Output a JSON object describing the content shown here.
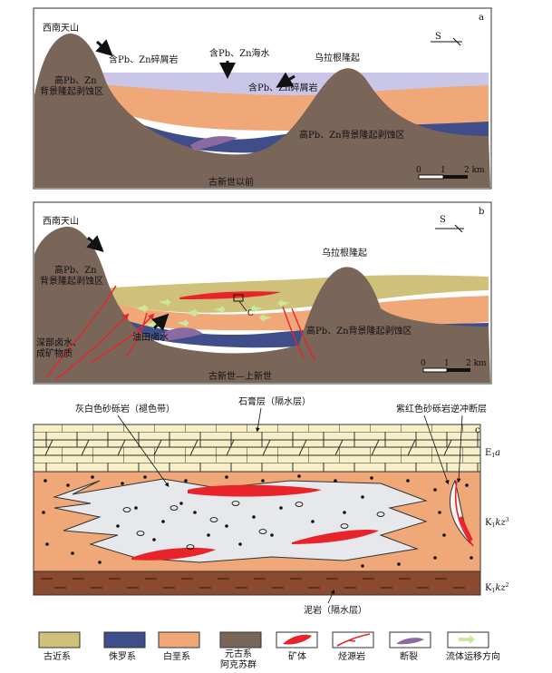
{
  "panel_a": {
    "tag": "a",
    "west_mountain": "西南天山",
    "clastics_left": "含Pb、Zn碎屑岩",
    "seawater": "含Pb、Zn海水",
    "east_uplift": "乌拉根隆起",
    "clastics_right": "含Pb、Zn碎屑岩",
    "erosion_left_1": "高Pb、Zn",
    "erosion_left_2": "背景隆起剥蚀区",
    "erosion_right": "高Pb、Zn背景隆起剥蚀区",
    "era": "古新世以前",
    "north_arrow": "S",
    "scale_labels": [
      "0",
      "1",
      "2 km"
    ]
  },
  "panel_b": {
    "tag": "b",
    "west_mountain": "西南天山",
    "east_uplift": "乌拉根隆起",
    "erosion_left_1": "高Pb、Zn",
    "erosion_left_2": "背景隆起剥蚀区",
    "erosion_right": "高Pb、Zn背景隆起剥蚀区",
    "brine_1": "深部卤水、",
    "brine_2": "成矿物质",
    "oilfield_water": "油田卤水",
    "callout": "C",
    "era": "古新世—上新世",
    "north_arrow": "S",
    "scale_labels": [
      "0",
      "1",
      "2 km"
    ]
  },
  "panel_c": {
    "tag": "c",
    "gypsum": "石膏层（隔水层）",
    "gray_sandstone": "灰白色砂砾岩（褪色带）",
    "red_fault": "紫红色砂砾岩逆冲断层",
    "unit_e": "E",
    "unit_e_sub": "1",
    "unit_e_italic": "a",
    "unit_k3": "K",
    "unit_k3_sub": "1",
    "unit_k3_italic": "kz",
    "unit_k3_sup": "3",
    "unit_k2": "K",
    "unit_k2_sub": "1",
    "unit_k2_italic": "kz",
    "unit_k2_sup": "2",
    "mudstone": "泥岩（隔水层）"
  },
  "legend": [
    {
      "label": "古近系",
      "color": "#cfc07a"
    },
    {
      "label": "侏罗系",
      "color": "#3f4d8a"
    },
    {
      "label": "白垩系",
      "color": "#f0a878"
    },
    {
      "label": "元古系\n阿克苏群",
      "color": "#7a6559"
    },
    {
      "label": "矿体",
      "color": "#e8242a"
    },
    {
      "label": "烃源岩",
      "color": "#e8242a"
    },
    {
      "label": "断裂",
      "color": "#8a6aa0"
    },
    {
      "label": "流体运移方向",
      "color": "#c8e89a"
    }
  ]
}
